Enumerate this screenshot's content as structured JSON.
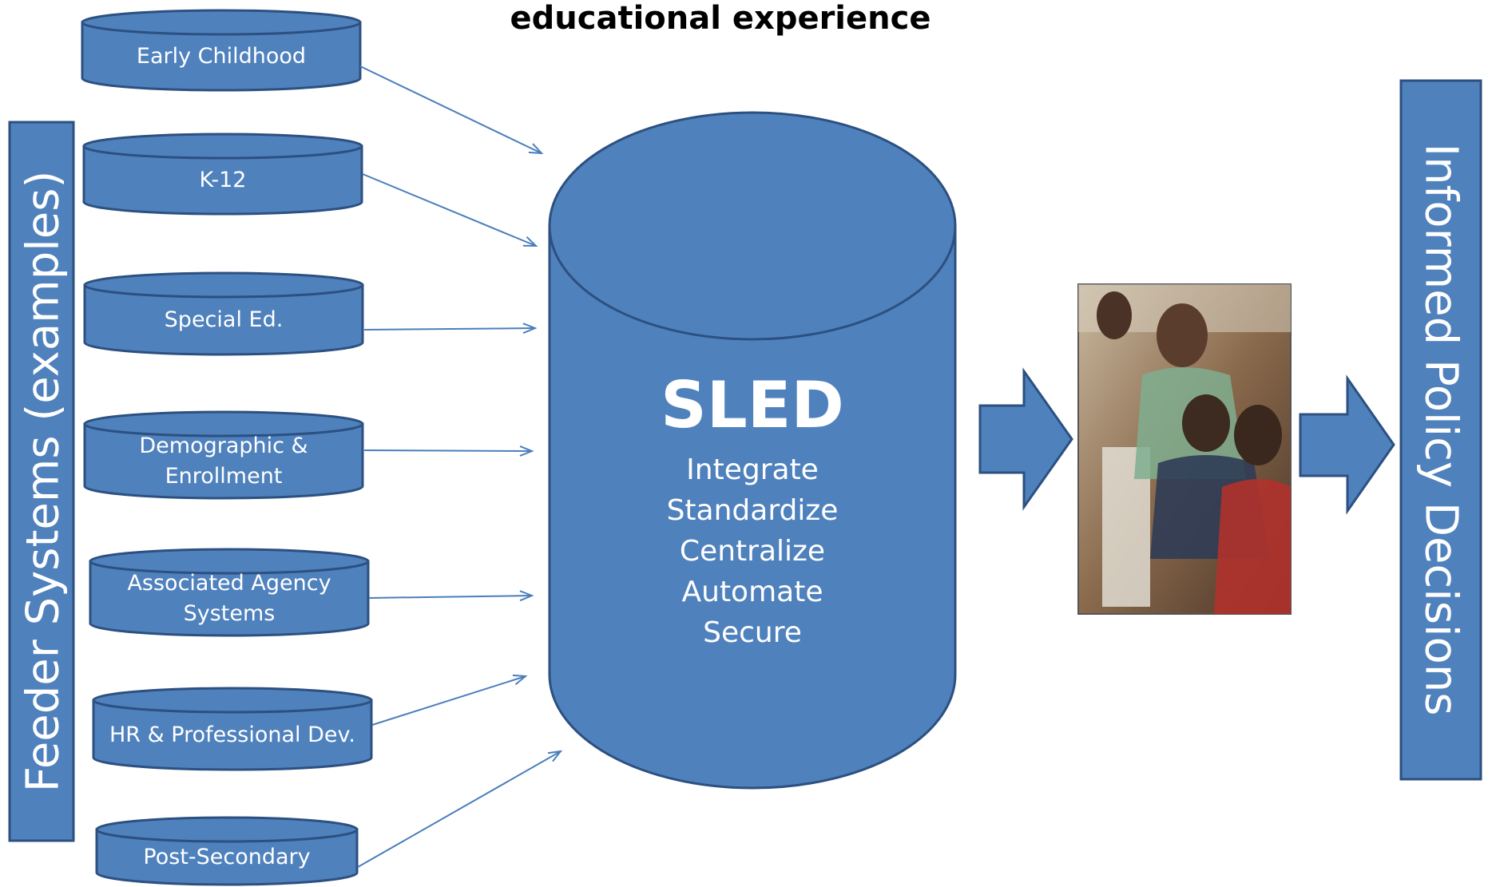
{
  "header": {
    "title": "educational experience"
  },
  "left_bar": {
    "label": "Feeder  Systems (examples)"
  },
  "right_bar": {
    "label": "Informed Policy Decisions"
  },
  "feeders": [
    {
      "lines": [
        "Early Childhood"
      ]
    },
    {
      "lines": [
        "K-12"
      ]
    },
    {
      "lines": [
        "Special Ed."
      ]
    },
    {
      "lines": [
        "Demographic &",
        "Enrollment"
      ]
    },
    {
      "lines": [
        "Associated Agency",
        "Systems"
      ]
    },
    {
      "lines": [
        "HR & Professional Dev."
      ]
    },
    {
      "lines": [
        "Post-Secondary"
      ]
    }
  ],
  "sled": {
    "title": "SLED",
    "lines": [
      "Integrate",
      "Standardize",
      "Centralize",
      "Automate",
      "Secure"
    ]
  },
  "photo": {
    "icon": "students-at-computer-photo"
  },
  "colors": {
    "fill": "#4f81bd",
    "stroke": "#2c5080",
    "connector": "#4a7ebb",
    "title": "#000000"
  }
}
